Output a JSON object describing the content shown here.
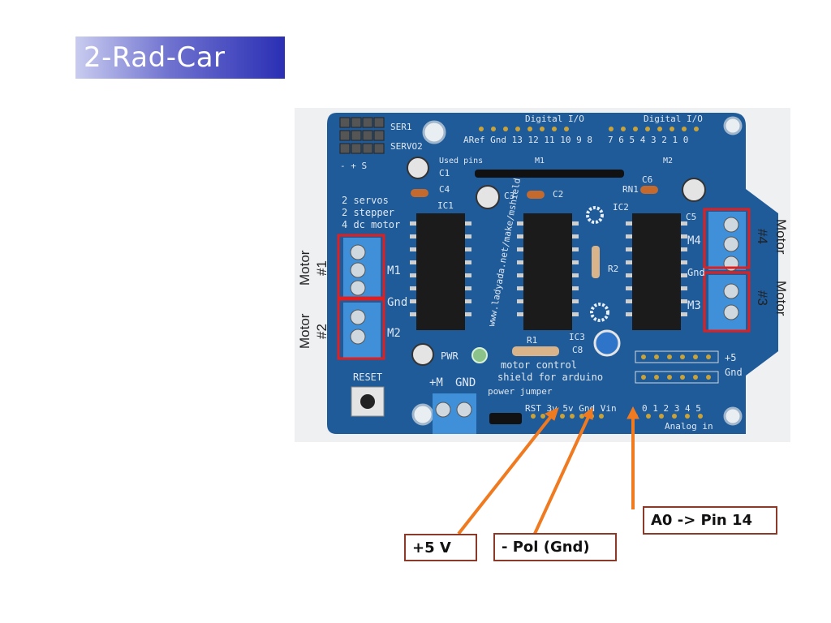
{
  "slide": {
    "title": "2-Rad-Car"
  },
  "board": {
    "silkscreen": {
      "digital_io_1": "Digital I/O",
      "digital_io_2": "Digital I/O",
      "pins_left": "ARef Gnd 13 12 11 10 9 8",
      "pins_right": "7 6 5 4 3 2 1 0",
      "used_pins": "Used pins",
      "ser1": "SER1",
      "servo2": "SERVO2",
      "features": [
        "2 servos",
        "2 stepper",
        "4 dc motor"
      ],
      "url": "www.ladyada.net/make/mshield",
      "motor_control": "motor control",
      "shield_for": "shield for arduino",
      "reset": "RESET",
      "pwr": "PWR",
      "plus_m": "+M",
      "gnd_top": "GND",
      "power_jumper": "power jumper",
      "power_pins": "RST 3v 5v Gnd Vin",
      "analog_pins": "0 1 2 3 4 5",
      "analog_in": "Analog in",
      "plus5": "+5",
      "gnd_side": "Gnd",
      "ic1": "IC1",
      "ic2": "IC2",
      "ic3": "IC3",
      "r1": "R1",
      "r2": "R2",
      "rn1": "RN1",
      "c1": "C1",
      "c2": "C2",
      "c3": "C3",
      "c4": "C4",
      "c5": "C5",
      "c6": "C6",
      "c8": "C8",
      "m1": "M1",
      "m2": "M2",
      "m3": "M3",
      "m4": "M4"
    },
    "motor_labels": {
      "motor1_word": "Motor",
      "motor1_num": "#1",
      "motor2_word": "Motor",
      "motor2_num": "#2",
      "motor3_word": "Motor",
      "motor3_num": "#3",
      "motor4_word": "Motor",
      "motor4_num": "#4"
    }
  },
  "annotations": {
    "plus5v": "+5 V",
    "minus_pol": "- Pol (Gnd)",
    "a0_pin": "A0 -> Pin 14"
  },
  "colors": {
    "board": "#1f5a99",
    "arrow": "#f07a1f",
    "highlight": "#e02020",
    "terminal": "#3f8fd9"
  }
}
